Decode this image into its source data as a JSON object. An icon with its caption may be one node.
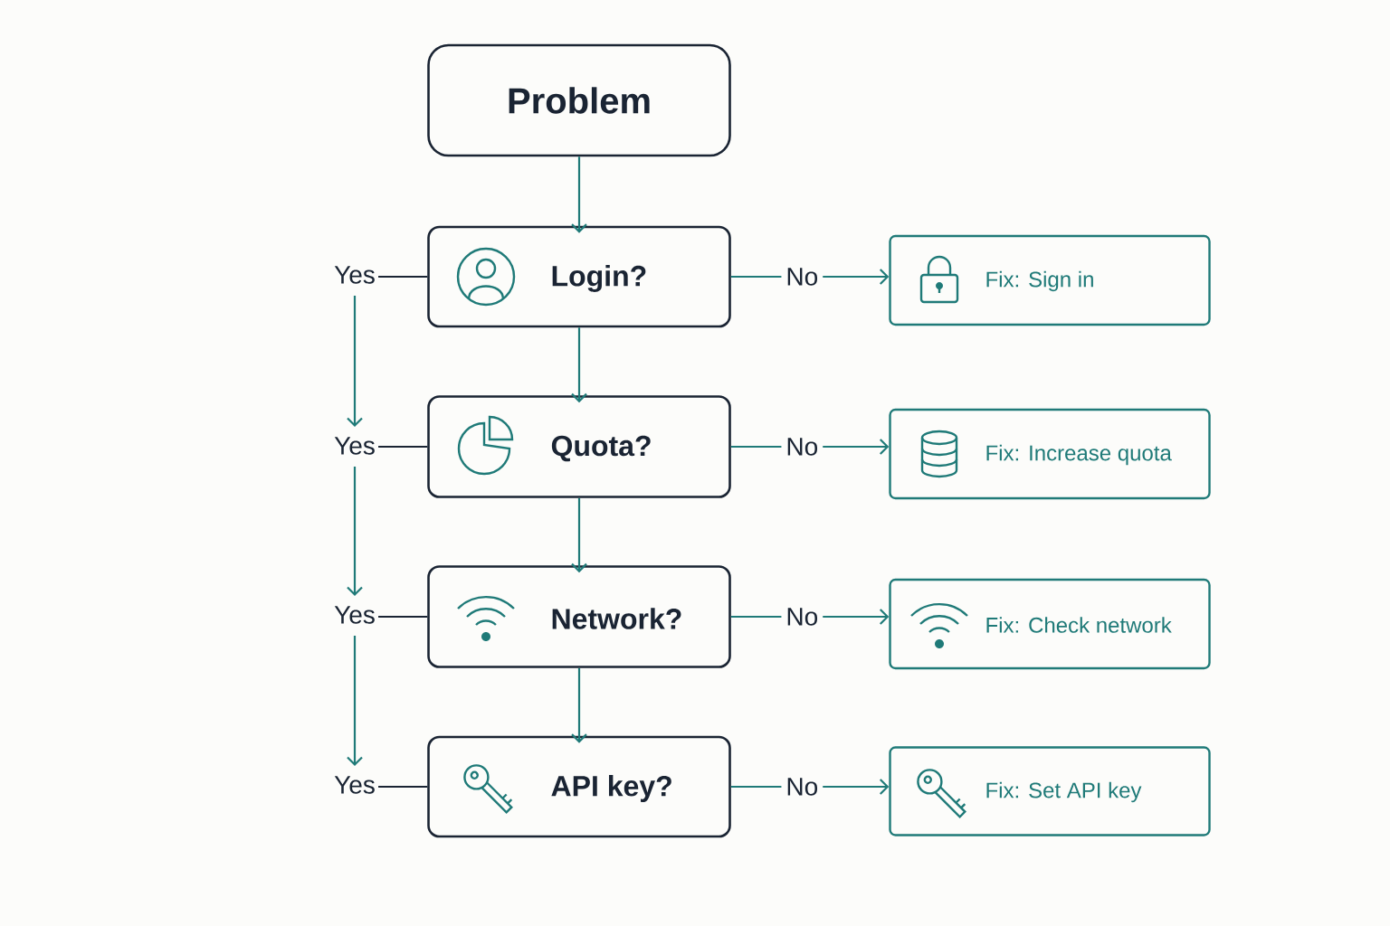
{
  "diagram": {
    "nodes": [
      {
        "text": [
          "Problem"
        ]
      },
      {
        "text": [
          "Login?"
        ]
      },
      {
        "text": [
          "Quota?"
        ]
      },
      {
        "text": [
          "Network?"
        ]
      },
      {
        "text": [
          "API key?"
        ]
      },
      {
        "text": [
          "Fix: Sign in"
        ]
      },
      {
        "text": [
          "Fix: Increase quota"
        ]
      },
      {
        "text": [
          "Fix: Check network"
        ]
      },
      {
        "text": [
          "Fix: Set API key"
        ]
      },
      {
        "text": [
          "Yes"
        ]
      },
      {
        "text": [
          "Yes"
        ]
      },
      {
        "text": [
          "Yes"
        ]
      },
      {
        "text": [
          "Yes"
        ]
      }
    ],
    "edges": [
      {
        "from": 0,
        "to": 1,
        "arrow": "to"
      },
      {
        "from": 1,
        "to": 2,
        "arrow": "to"
      },
      {
        "from": 2,
        "to": 3,
        "arrow": "to"
      },
      {
        "from": 3,
        "to": 4,
        "arrow": "to"
      },
      {
        "from": 1,
        "to": 5,
        "arrow": "to",
        "label": "No"
      },
      {
        "from": 2,
        "to": 6,
        "arrow": "to",
        "label": "No"
      },
      {
        "from": 3,
        "to": 7,
        "arrow": "to",
        "label": "No"
      },
      {
        "from": 4,
        "to": 8,
        "arrow": "to",
        "label": "No"
      },
      {
        "from": 1,
        "to": 9,
        "arrow": "none"
      },
      {
        "from": 2,
        "to": 10,
        "arrow": "none"
      },
      {
        "from": 3,
        "to": 11,
        "arrow": "none"
      },
      {
        "from": 4,
        "to": 12,
        "arrow": "none"
      },
      {
        "from": 9,
        "to": 10,
        "arrow": "to"
      },
      {
        "from": 10,
        "to": 11,
        "arrow": "to"
      },
      {
        "from": 11,
        "to": 12,
        "arrow": "to"
      }
    ]
  }
}
